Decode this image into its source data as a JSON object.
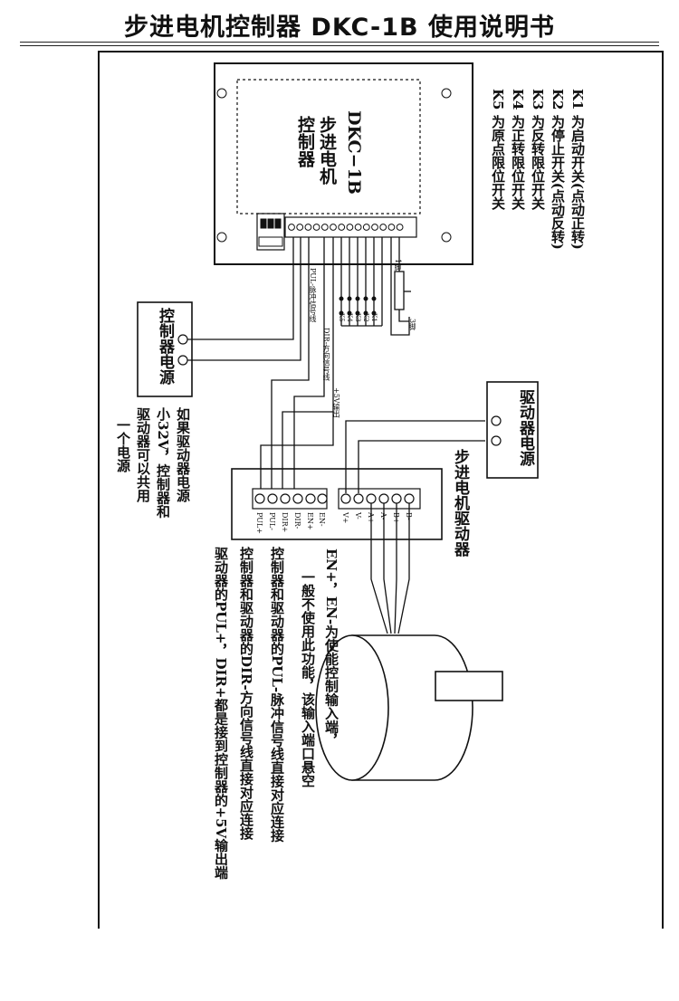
{
  "title": "步进电机控制器 DKC-1B 使用说明书",
  "controller": {
    "model": "DKC−1B",
    "name_line1": "步进电机",
    "name_line2": "控制器"
  },
  "keys_legend": [
    "K1  为启动开关(点动正转)",
    "K2  为停止开关(点动反转)",
    "K3  为反转限位开关",
    "K4  为正转限位开关",
    "K5  为原点限位开关"
  ],
  "wire_labels": {
    "pul": "PUL-脉冲信号线",
    "dir": "DIR-方向信号线",
    "plus5v": "+5V输出",
    "k_labels": [
      "K5",
      "K4",
      "K3",
      "K2",
      "K1"
    ],
    "pot_left": "1脚",
    "pot_right": "3脚"
  },
  "controller_power": "控制器电源",
  "driver_power": "驱动器电源",
  "driver": {
    "name": "步进电机驱动器",
    "left_terms": [
      "PUL+",
      "PUL-",
      "DIR+",
      "DIR-",
      "EN+",
      "EN-"
    ],
    "right_terms": [
      "V+",
      "V-",
      "A+",
      "A-",
      "B+",
      "B-"
    ]
  },
  "note_left": [
    "如果驱动器电源",
    "小32V，控制器和",
    "驱动器可以共用",
    "一个电源"
  ],
  "notes_bottom": [
    "EN+，EN-为使能控制输入端，",
    "一般不使用此功能，该输入端口悬空",
    "控制器和驱动器的PUL-脉冲信号线直接对应连接",
    "控制器和驱动器的DIR-方向信号线直接对应连接",
    "驱动器的PUL+，DIR+都是接到控制器的+5V输出端"
  ],
  "plus_symbol": "⊕",
  "minus_symbol": "⊖"
}
